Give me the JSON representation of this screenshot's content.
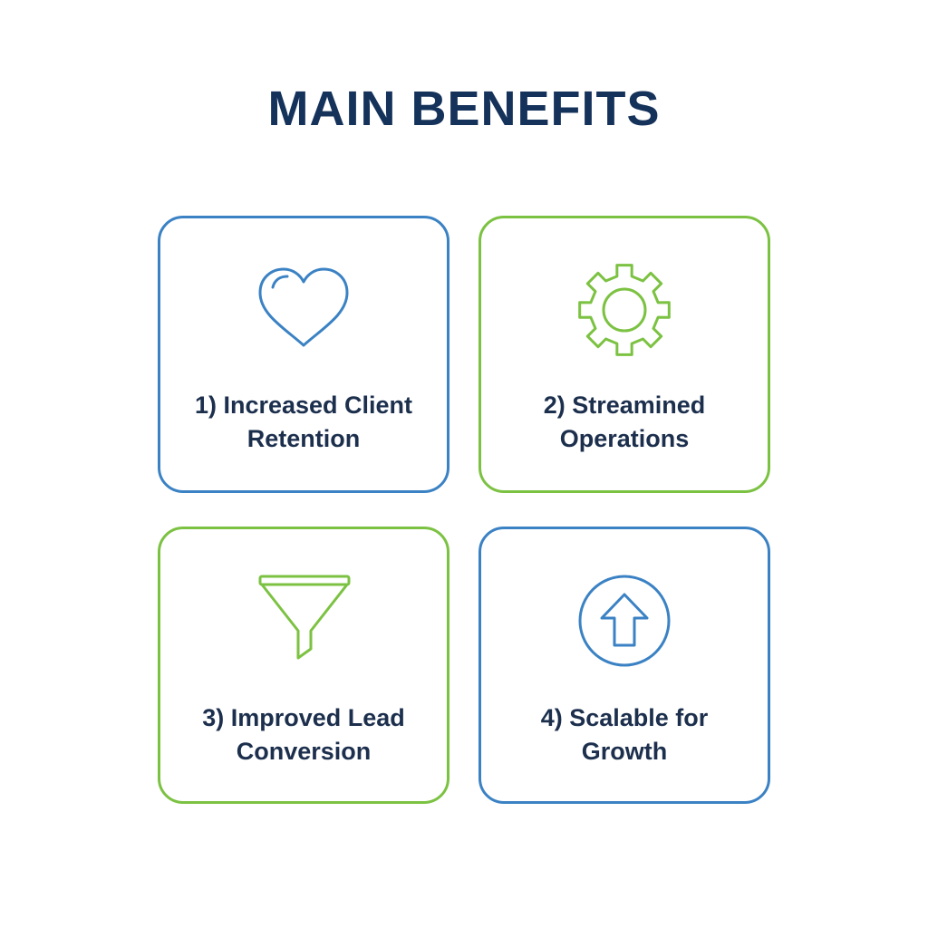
{
  "title": "MAIN BENEFITS",
  "colors": {
    "title_text": "#15325a",
    "label_text": "#1c2f4d",
    "accent_blue": "#3b82c4",
    "accent_green": "#7cc242"
  },
  "benefits": [
    {
      "label": "1) Increased Client\nRetention",
      "icon": "heart-icon",
      "accent": "blue"
    },
    {
      "label": "2) Streamined\nOperations",
      "icon": "gear-icon",
      "accent": "green"
    },
    {
      "label": "3) Improved Lead\nConversion",
      "icon": "funnel-icon",
      "accent": "green"
    },
    {
      "label": "4) Scalable for\nGrowth",
      "icon": "arrow-up-circle-icon",
      "accent": "blue"
    }
  ]
}
